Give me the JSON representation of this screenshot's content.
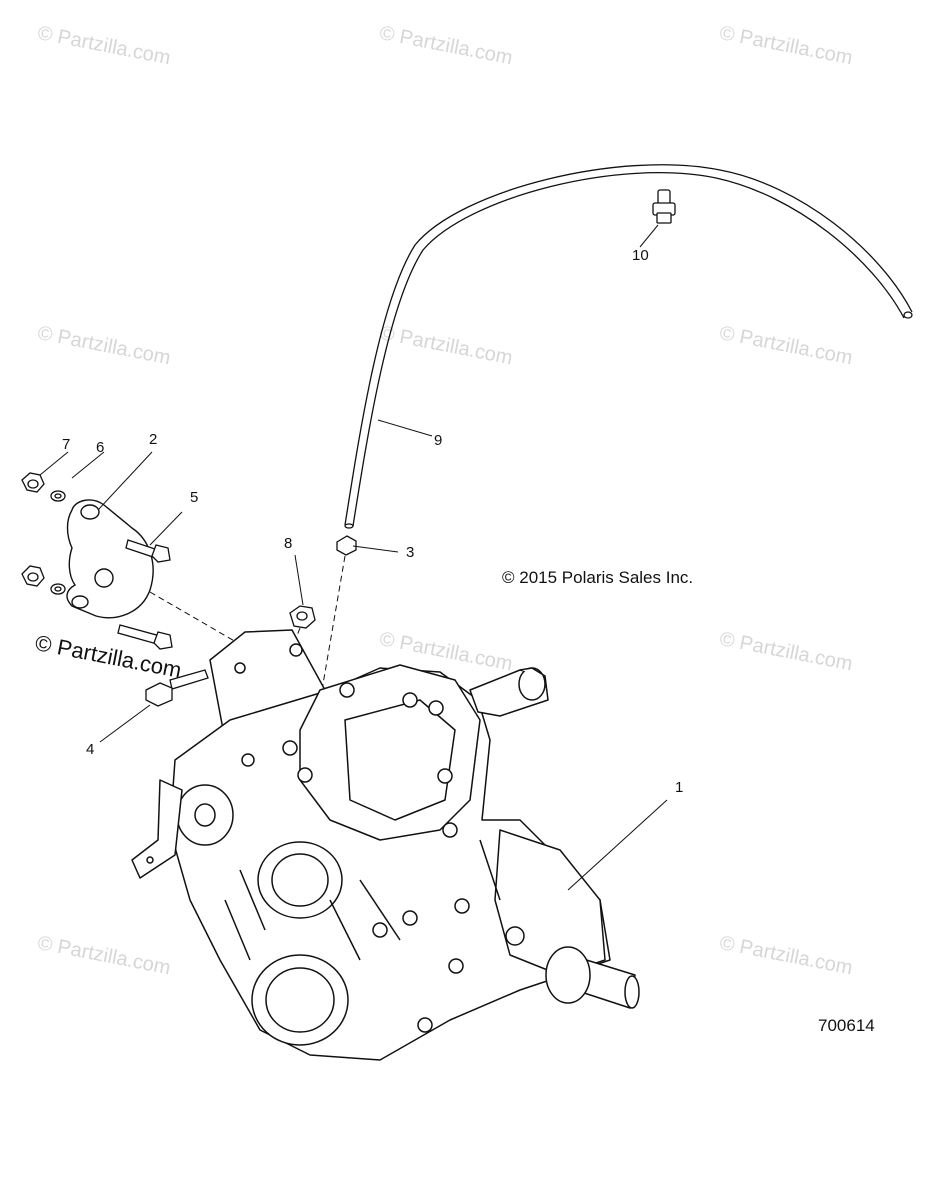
{
  "watermark": "© Partzilla.com",
  "callouts": {
    "c1": "1",
    "c2": "2",
    "c3": "3",
    "c4": "4",
    "c5": "5",
    "c6": "6",
    "c7": "7",
    "c8": "8",
    "c9": "9",
    "c10": "10"
  },
  "copyright": "© 2015 Polaris Sales Inc.",
  "figure_id": "700614"
}
